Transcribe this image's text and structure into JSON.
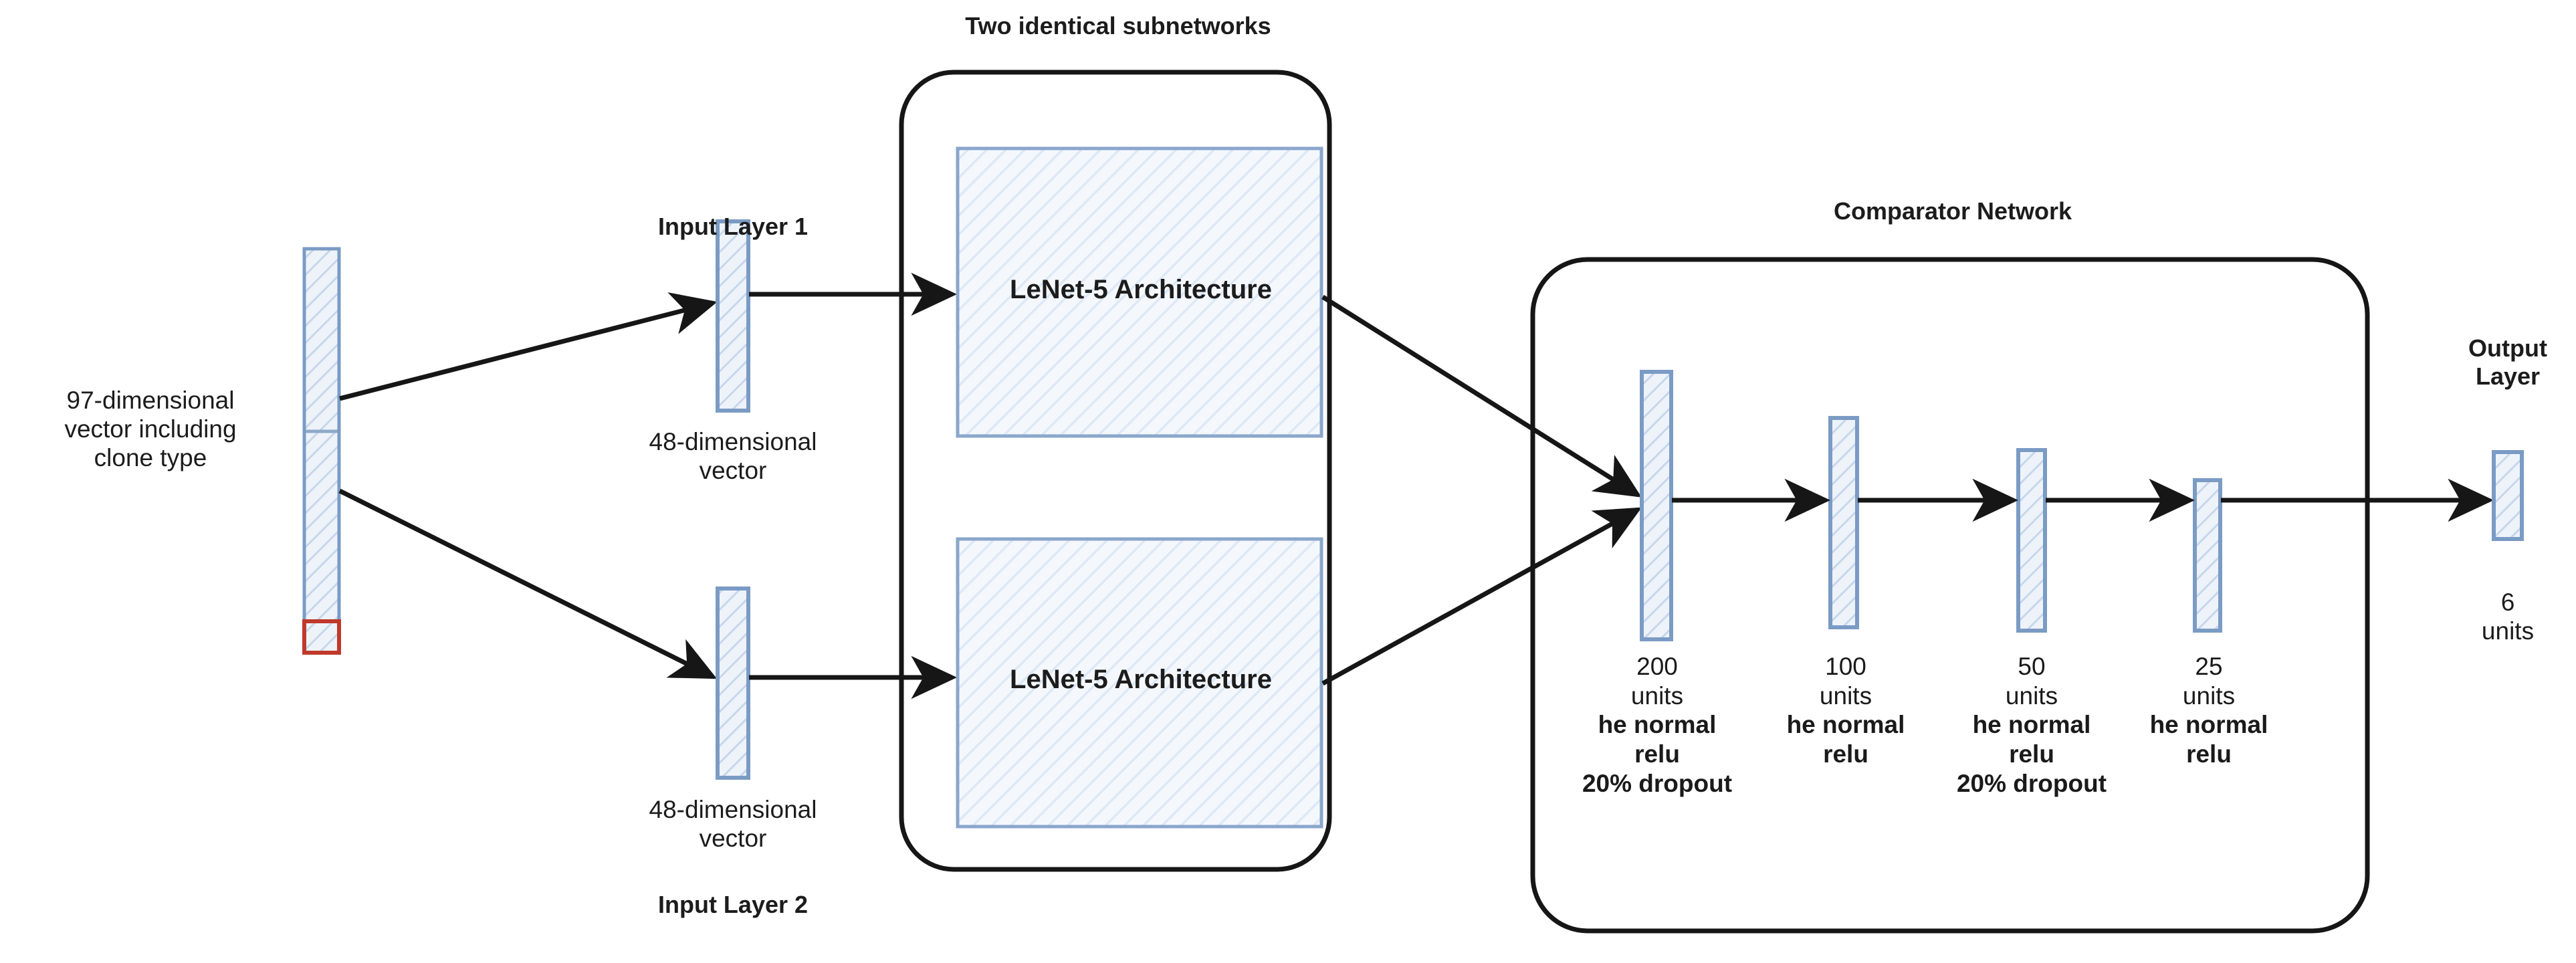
{
  "diagram": {
    "title_subnetworks": "Two identical subnetworks",
    "title_comparator": "Comparator Network",
    "input_vector_label": "97-dimensional\nvector including\nclone type",
    "input_layer_1_label": "Input Layer 1",
    "input_layer_2_label": "Input Layer 2",
    "input_1_vector_label": "48-dimensional\nvector",
    "input_2_vector_label": "48-dimensional\nvector",
    "lenet_top_label": "LeNet-5 Architecture",
    "lenet_bottom_label": "LeNet-5 Architecture",
    "output_layer_label": "Output\nLayer",
    "output_units_label": "6\nunits"
  },
  "comparator_layers": [
    {
      "units": "200",
      "units_word": "units",
      "init": "he normal",
      "activation": "relu",
      "dropout": "20% dropout"
    },
    {
      "units": "100",
      "units_word": "units",
      "init": "he normal",
      "activation": "relu",
      "dropout": ""
    },
    {
      "units": "50",
      "units_word": "units",
      "init": "he normal",
      "activation": "relu",
      "dropout": "20% dropout"
    },
    {
      "units": "25",
      "units_word": "units",
      "init": "he normal",
      "activation": "relu",
      "dropout": ""
    }
  ],
  "colors": {
    "bar_stroke": "#7a9bc4",
    "bar_fill": "#eef3fa",
    "hatch": "#c3d4ea",
    "clone_box_stroke": "#c0392b",
    "container_stroke": "#1a1a1a",
    "arrow": "#1a1a1a",
    "text": "#1c1c1c",
    "background": "#ffffff"
  }
}
